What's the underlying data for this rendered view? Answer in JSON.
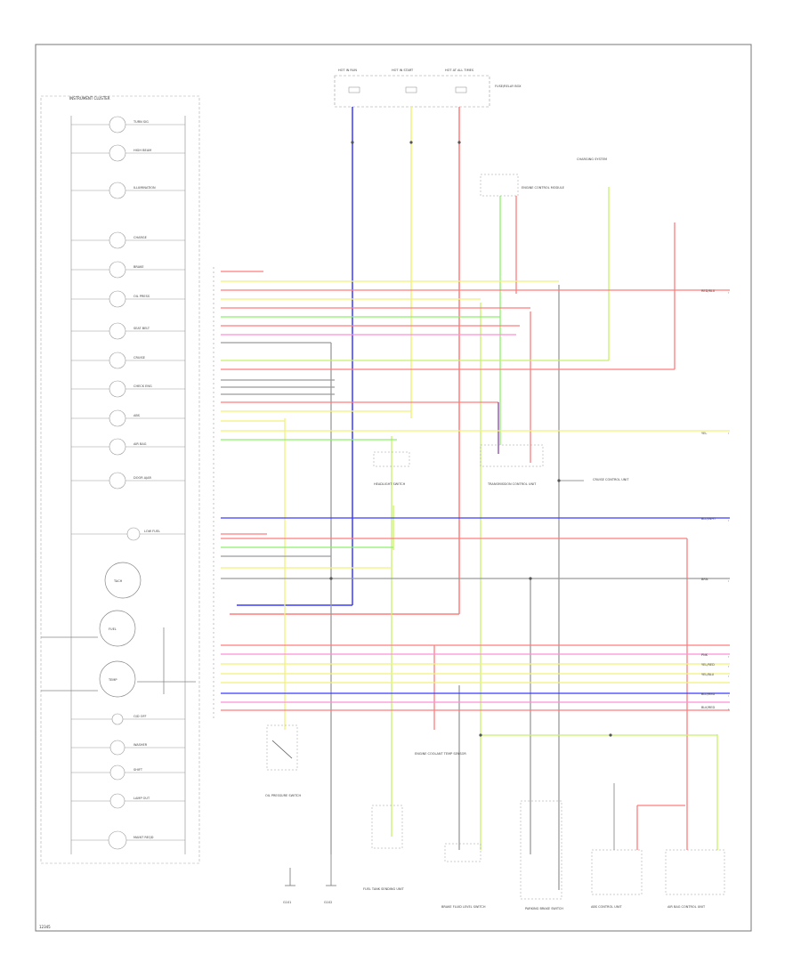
{
  "diagram": {
    "cluster_title": "INSTRUMENT CLUSTER",
    "footer_code": "12345",
    "wire_colors": {
      "blue": "#3b3bff",
      "yellow": "#f2f27a",
      "red": "#ff7c7c",
      "green": "#8cf06a",
      "pink": "#ff8fd8",
      "purple": "#8a44a8",
      "gray": "#9a9a9a",
      "yellowgreen": "#c8f06a"
    },
    "top_fuses": [
      {
        "label": "HOT IN RUN"
      },
      {
        "label": "HOT IN START"
      },
      {
        "label": "HOT AT ALL TIMES"
      }
    ],
    "fuse_block_label": "FUSE/RELAY BOX",
    "cluster_gauges": [
      {
        "label": "TACH"
      },
      {
        "label": "FUEL"
      },
      {
        "label": "TEMP"
      }
    ],
    "cluster_indicators": [
      {
        "label": "TURN SIG"
      },
      {
        "label": "HIGH BEAM"
      },
      {
        "label": "ILLUMINATION"
      },
      {
        "label": "CHARGE"
      },
      {
        "label": "BRAKE"
      },
      {
        "label": "OIL PRESS"
      },
      {
        "label": "SEAT BELT"
      },
      {
        "label": "CRUISE"
      },
      {
        "label": "CHECK ENG"
      },
      {
        "label": "ABS"
      },
      {
        "label": "AIR BAG"
      },
      {
        "label": "DOOR AJAR"
      },
      {
        "label": "LOW FUEL"
      },
      {
        "label": "O/D OFF"
      },
      {
        "label": "WASHER"
      },
      {
        "label": "SHIFT"
      },
      {
        "label": "LAMP OUT"
      },
      {
        "label": "MAINT REQD"
      }
    ],
    "components": [
      {
        "label": "OIL PRESSURE SWITCH"
      },
      {
        "label": "FUEL TANK SENDING UNIT"
      },
      {
        "label": "ENGINE COOLANT TEMP SENSOR"
      },
      {
        "label": "BRAKE FLUID LEVEL SWITCH"
      },
      {
        "label": "PARKING BRAKE SWITCH"
      },
      {
        "label": "ABS CONTROL UNIT"
      },
      {
        "label": "AIR BAG CONTROL UNIT"
      },
      {
        "label": "ENGINE CONTROL MODULE"
      },
      {
        "label": "TRANSMISSION CONTROL UNIT"
      },
      {
        "label": "CHARGING SYSTEM"
      },
      {
        "label": "HEADLIGHT SWITCH"
      },
      {
        "label": "CRUISE CONTROL UNIT"
      }
    ],
    "right_arrows": [
      {
        "label": "RED/BLU"
      },
      {
        "label": "YEL"
      },
      {
        "label": "BLU/WHT"
      },
      {
        "label": "BRN"
      },
      {
        "label": "PNK"
      },
      {
        "label": "YEL/RED"
      },
      {
        "label": "YEL/BLU"
      },
      {
        "label": "BLU/RED"
      },
      {
        "label": "BLK/RED"
      }
    ],
    "grounds": [
      {
        "label": "G101"
      },
      {
        "label": "G102"
      }
    ]
  }
}
